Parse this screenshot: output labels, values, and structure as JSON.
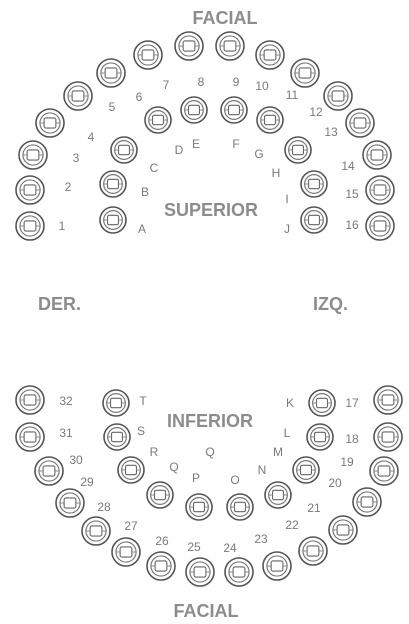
{
  "labels": {
    "facial_top": "FACIAL",
    "facial_bottom": "FACIAL",
    "superior": "SUPERIOR",
    "inferior": "INFERIOR",
    "der": "DER.",
    "izq": "IZQ."
  },
  "upper_permanent": [
    "1",
    "2",
    "3",
    "4",
    "5",
    "6",
    "7",
    "8",
    "9",
    "10",
    "11",
    "12",
    "13",
    "14",
    "15",
    "16"
  ],
  "upper_primary": [
    "A",
    "B",
    "C",
    "D",
    "E",
    "F",
    "G",
    "H",
    "I",
    "J"
  ],
  "lower_permanent": [
    "17",
    "18",
    "19",
    "20",
    "21",
    "22",
    "23",
    "24",
    "25",
    "26",
    "27",
    "28",
    "29",
    "30",
    "31",
    "32"
  ],
  "lower_primary": [
    "K",
    "L",
    "M",
    "N",
    "O",
    "P",
    "Q",
    "R",
    "S",
    "T"
  ]
}
